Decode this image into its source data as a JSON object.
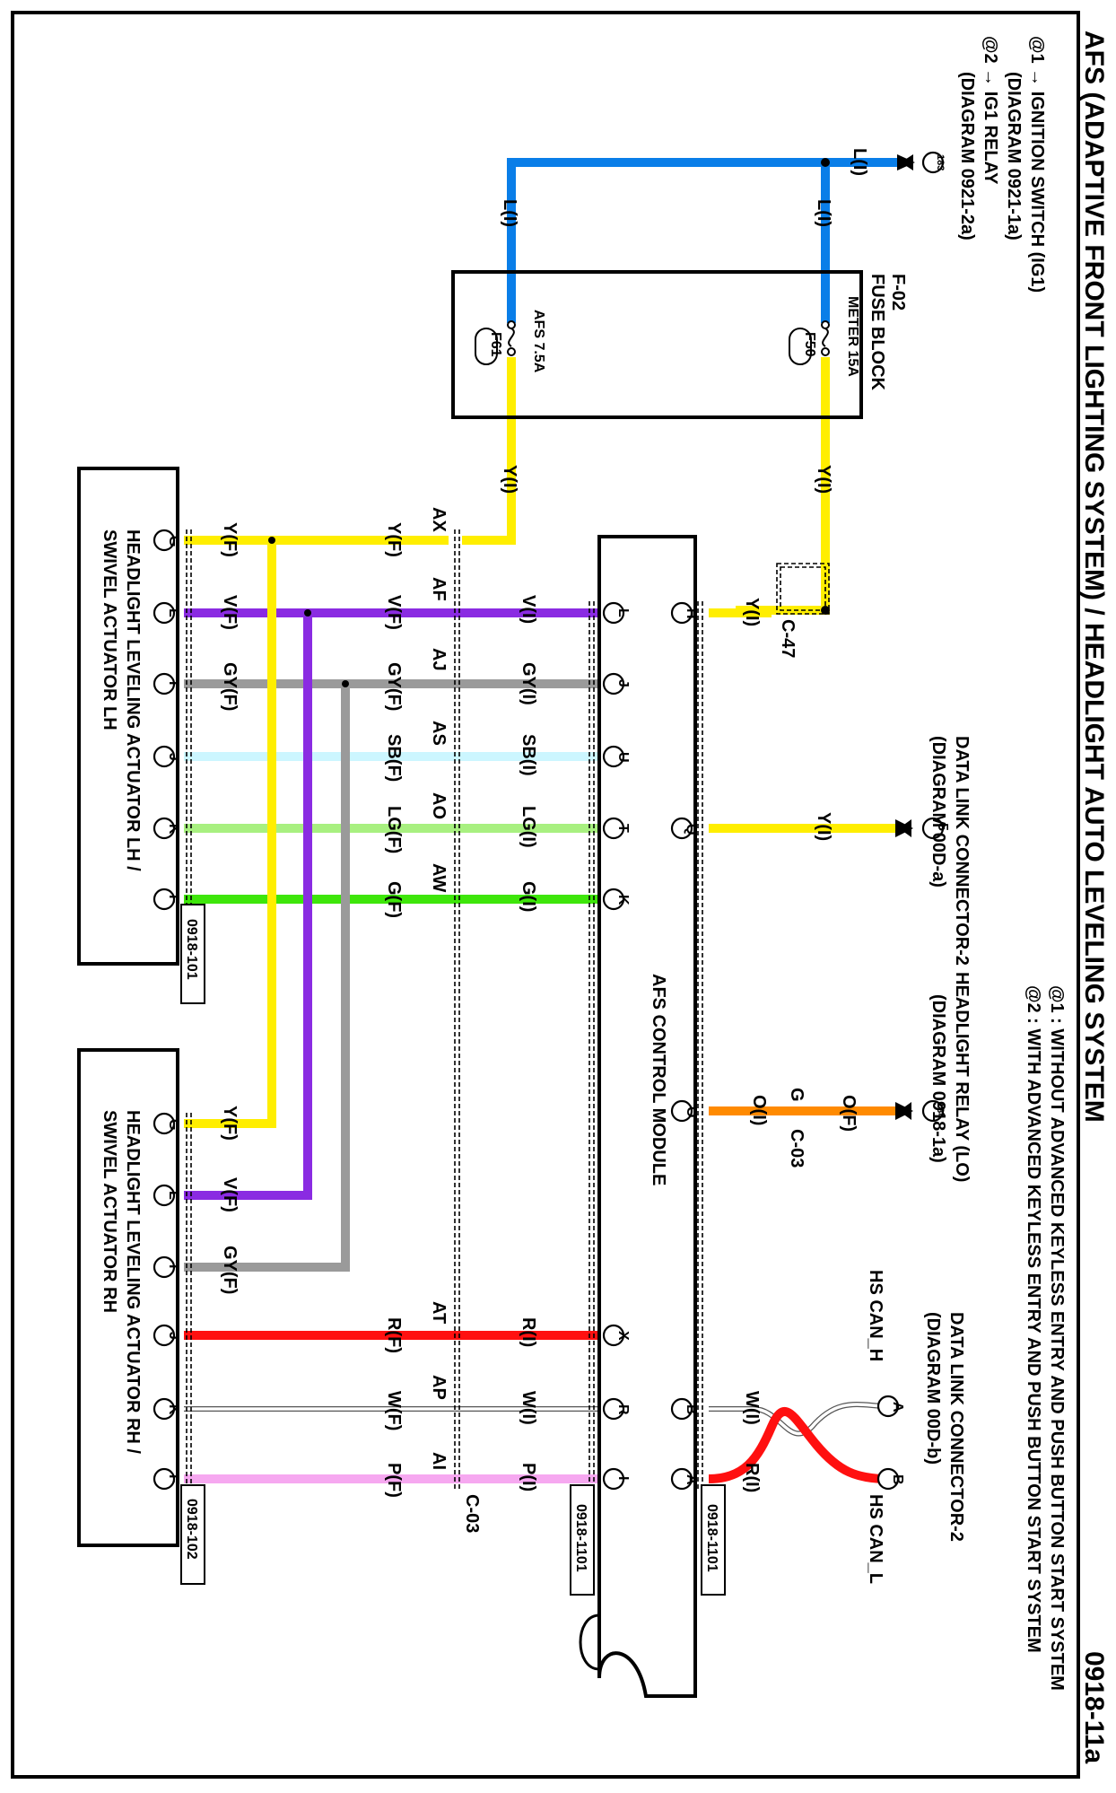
{
  "header": {
    "title": "AFS (ADAPTIVE FRONT LIGHTING SYSTEM) / HEADLIGHT AUTO LEVELING SYSTEM",
    "page_code": "0918-11a",
    "note1": "@1 : WITHOUT ADVANCED KEYLESS ENTRY AND PUSH BUTTON START SYSTEM",
    "note2": "@2 : WITH ADVANCED KEYLESS ENTRY AND PUSH BUTTON START SYSTEM"
  },
  "source_note": {
    "line1": "@1 → IGNITION SWITCH (IG1)",
    "line2": "(DIAGRAM 0921-1a)",
    "line3": "@2 → IG1 RELAY",
    "line4": "(DIAGRAM 0921-2a)"
  },
  "fuse_block": {
    "id": "F-02",
    "name": "FUSE BLOCK",
    "fuse1": "METER 15A",
    "fuse1_pin": "F50",
    "fuse2": "AFS 7.5A",
    "fuse2_pin": "F61"
  },
  "connectors": {
    "c47": "C-47",
    "c03_mid": "C-03",
    "c03_right": "C-03",
    "ref183": "183",
    "ref184": "184",
    "ref5": "5"
  },
  "wire_labels": {
    "l_top": "L(I)",
    "l_vert": "L(I)",
    "l_left": "L(I)",
    "y_meter": "Y(I)",
    "y_afs": "Y(I)",
    "y_h": "Y(I)",
    "y_q": "Y(I)",
    "o_top": "O(F)",
    "o_mid": "O(I)",
    "g_mid": "G",
    "w_b": "W(I)",
    "r_a": "R(I)"
  },
  "splice_codes": [
    "AX",
    "AF",
    "AJ",
    "AS",
    "AO",
    "AW",
    "AT",
    "AP",
    "AI"
  ],
  "left_wires": [
    {
      "mod_pin": "L",
      "cm": "V(I)",
      "mid": "V(F)",
      "code": "AF",
      "act": "V(F)",
      "act_pin": "L"
    },
    {
      "mod_pin": "J",
      "cm": "GY(I)",
      "mid": "GY(F)",
      "code": "AJ",
      "act": "GY(F)",
      "act_pin": "I"
    },
    {
      "mod_pin": "U",
      "cm": "SB(I)",
      "mid": "SB(F)",
      "code": "AS",
      "act": "",
      "act_pin": "J"
    },
    {
      "mod_pin": "T",
      "cm": "LG(I)",
      "mid": "LG(F)",
      "code": "AO",
      "act": "",
      "act_pin": "K"
    },
    {
      "mod_pin": "K",
      "cm": "G(I)",
      "mid": "G(F)",
      "code": "AW",
      "act": "",
      "act_pin": "F"
    }
  ],
  "yellow_branch": {
    "mid": "Y(F)",
    "code": "AX",
    "act": "Y(F)",
    "act_pin": "G"
  },
  "right_wires": [
    {
      "mod_pin": "X",
      "cm": "R(I)",
      "mid": "R(F)",
      "code": "AT",
      "act_pin": "J"
    },
    {
      "mod_pin": "R",
      "cm": "W(I)",
      "mid": "W(F)",
      "code": "AP",
      "act_pin": "K"
    },
    {
      "mod_pin": "I",
      "cm": "P(I)",
      "mid": "P(F)",
      "code": "AI",
      "act_pin": "F"
    }
  ],
  "rh_branch_pins": {
    "g": "G",
    "l": "L",
    "i": "I"
  },
  "rh_branch_labels": {
    "y": "Y(F)",
    "v": "V(F)",
    "gy": "GY(F)"
  },
  "module": {
    "name": "AFS CONTROL MODULE",
    "pin_h": "H",
    "pin_q": "Q",
    "pin_o": "O",
    "pin_b": "B",
    "pin_a": "A",
    "tag_top": "0918-1101",
    "tag_bottom": "0918-1101"
  },
  "externals": {
    "dlc_name": "DATA LINK CONNECTOR-2",
    "dlc_diag": "(DIAGRAM 00D-a)",
    "relay_name": "HEADLIGHT RELAY (LO)",
    "relay_diag": "(DIAGRAM 0918-1a)",
    "dlc2_name": "DATA LINK CONNECTOR-2",
    "dlc2_diag": "(DIAGRAM 00D-b)",
    "can_h": "HS CAN_H",
    "can_l": "HS CAN_L",
    "pin_a": "A",
    "pin_b": "B"
  },
  "actuator_lh": {
    "line1": "HEADLIGHT LEVELING ACTUATOR LH /",
    "line2": "SWIVEL ACTUATOR LH",
    "tag": "0918-101"
  },
  "actuator_rh": {
    "line1": "HEADLIGHT LEVELING ACTUATOR RH /",
    "line2": "SWIVEL ACTUATOR RH",
    "tag": "0918-102"
  },
  "colors": {
    "blue": "#0a7ee8",
    "yellow": "#ffee00",
    "violet": "#8a2be2",
    "gray": "#9a9a9a",
    "skyblue": "#ccf6ff",
    "lightgreen": "#a8f080",
    "green": "#3ee60a",
    "orange": "#ff8a00",
    "red": "#ff1010",
    "pink": "#f6a8f0"
  }
}
